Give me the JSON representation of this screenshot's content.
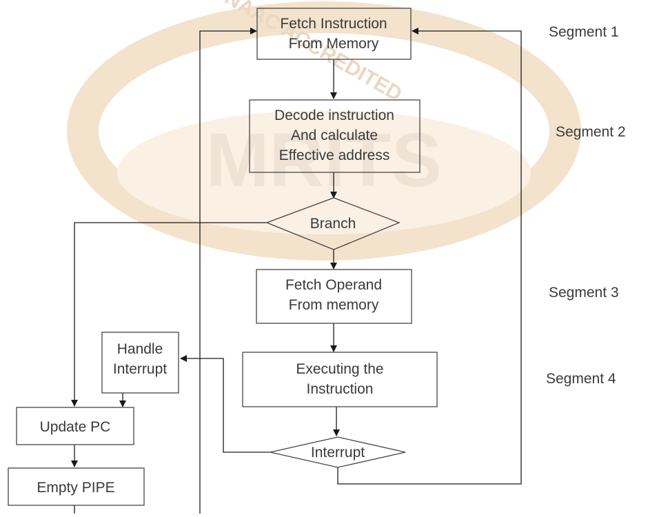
{
  "watermark": {
    "arc_text": "NAAC ACCREDITED",
    "logo_text": "MRITS"
  },
  "nodes": {
    "fetch_instruction": [
      "Fetch Instruction",
      "From Memory"
    ],
    "decode_instruction": [
      "Decode instruction",
      "And calculate",
      "Effective address"
    ],
    "branch": "Branch",
    "fetch_operand": [
      "Fetch Operand",
      "From memory"
    ],
    "execute": [
      "Executing the",
      "Instruction"
    ],
    "interrupt": "Interrupt",
    "handle_interrupt": [
      "Handle",
      "Interrupt"
    ],
    "update_pc": "Update PC",
    "empty_pipe": "Empty PIPE"
  },
  "segments": [
    "Segment 1",
    "Segment 2",
    "Segment 3",
    "Segment 4"
  ],
  "colors": {
    "line": "#1a1a1a",
    "box_stroke": "#444444",
    "text": "#3a3a3a",
    "watermark": "#f3e3cc",
    "watermark_text": "#ead8c2"
  }
}
